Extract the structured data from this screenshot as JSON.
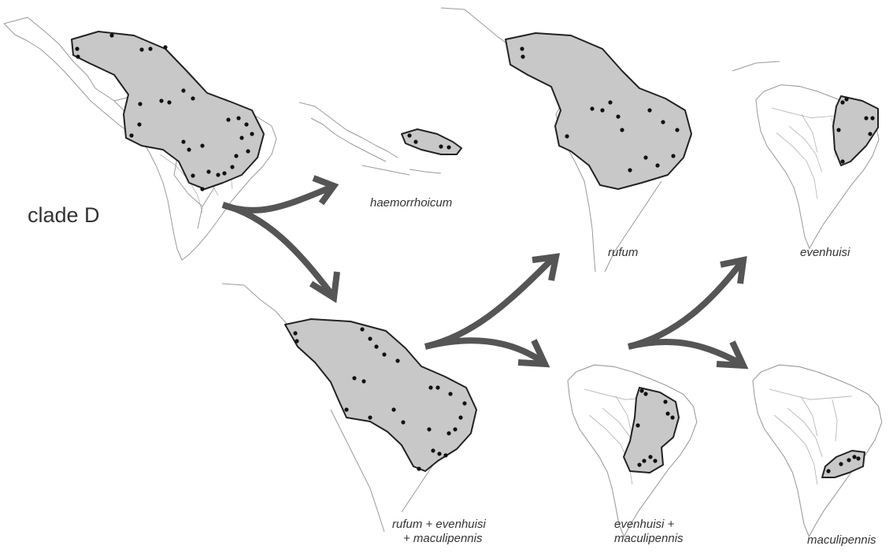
{
  "title": "clade D",
  "colors": {
    "range_fill": "#c8c8c8",
    "range_stroke": "#222222",
    "arrow": "#555555",
    "coast": "#9a9a9a",
    "text": "#333333"
  },
  "maps": [
    {
      "id": "clade-d",
      "label": ""
    },
    {
      "id": "haemorrhoicum",
      "label": "haemorrhoicum"
    },
    {
      "id": "rufum",
      "label": "rufum"
    },
    {
      "id": "evenhuisi",
      "label": "evenhuisi"
    },
    {
      "id": "rufum-evenhuisi-maculipennis",
      "label_line1": "rufum + evenhuisi",
      "label_line2": "+ maculipennis"
    },
    {
      "id": "evenhuisi-maculipennis",
      "label_line1": "evenhuisi +",
      "label_line2": "maculipennis"
    },
    {
      "id": "maculipennis",
      "label": "maculipennis"
    }
  ],
  "arrows": [
    {
      "from": "clade-d",
      "to": "haemorrhoicum"
    },
    {
      "from": "clade-d",
      "to": "rufum-evenhuisi-maculipennis"
    },
    {
      "from": "rufum-evenhuisi-maculipennis",
      "to": "rufum"
    },
    {
      "from": "rufum-evenhuisi-maculipennis",
      "to": "evenhuisi-maculipennis"
    },
    {
      "from": "evenhuisi-maculipennis",
      "to": "evenhuisi"
    },
    {
      "from": "evenhuisi-maculipennis",
      "to": "maculipennis"
    }
  ]
}
